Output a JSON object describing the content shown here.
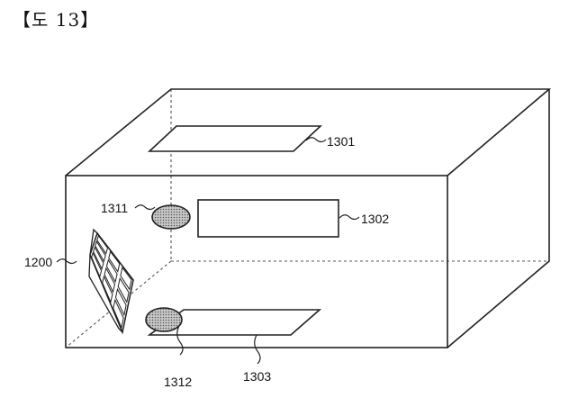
{
  "figure": {
    "title": "【도 13】",
    "labels": {
      "l1301": "1301",
      "l1302": "1302",
      "l1303": "1303",
      "l1311": "1311",
      "l1312": "1312",
      "l1200": "1200"
    },
    "colors": {
      "line": "#222222",
      "sensor_fill": "#b8b8b8"
    }
  }
}
